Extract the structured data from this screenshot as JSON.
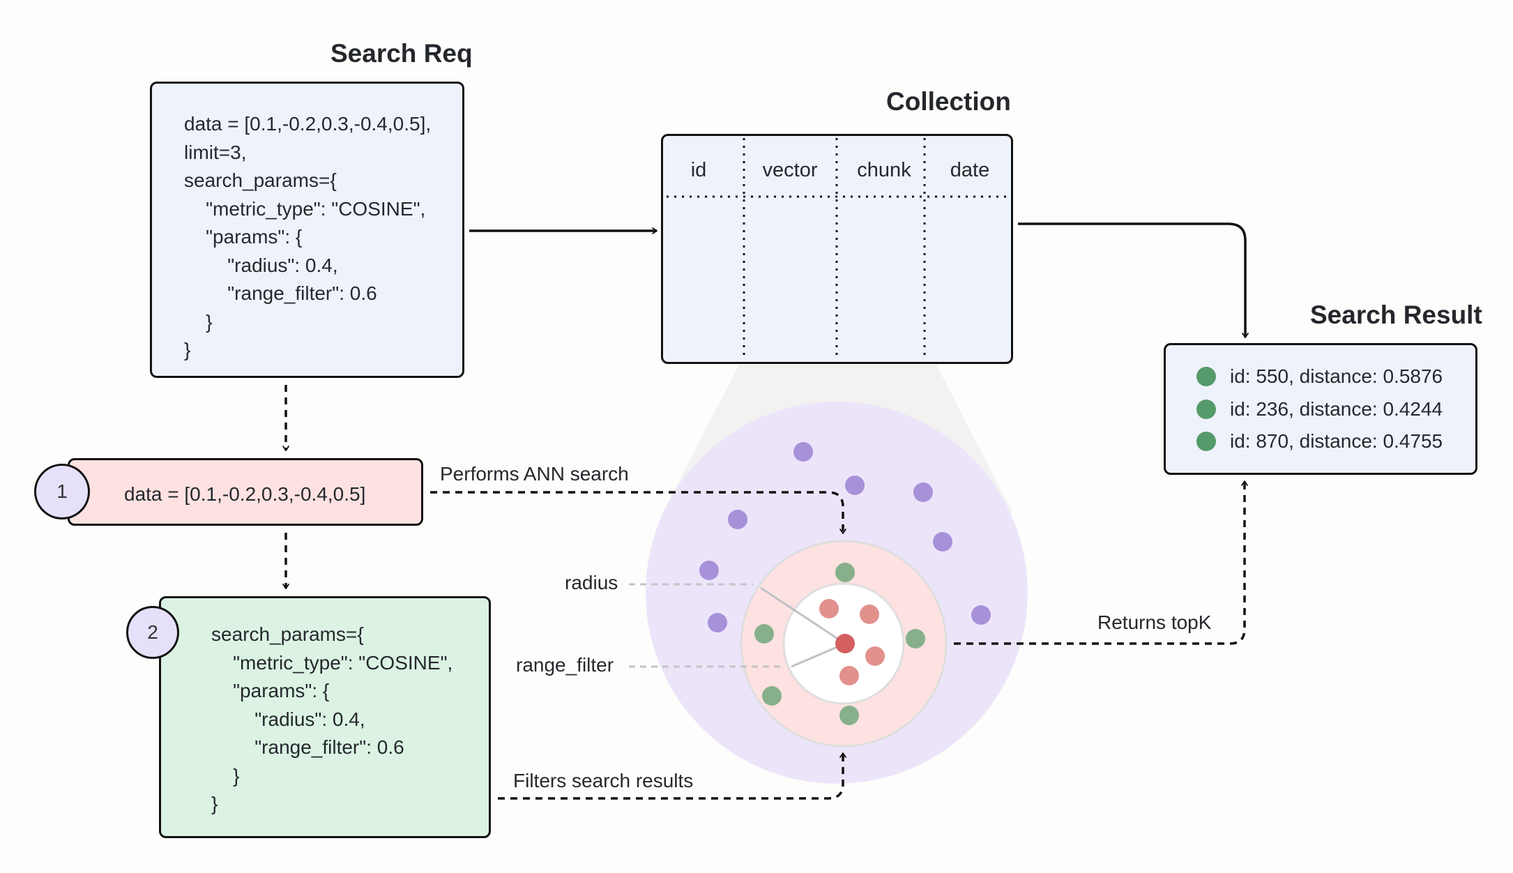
{
  "titles": {
    "search_req": "Search Req",
    "collection": "Collection",
    "search_result": "Search Result"
  },
  "search_req": {
    "lines": [
      "data = [0.1,-0.2,0.3,-0.4,0.5],",
      "limit=3,",
      "search_params={",
      "  \"metric_type\": \"COSINE\",",
      "  \"params\": {",
      "    \"radius\": 0.4,",
      "    \"range_filter\": 0.6",
      "  }",
      "}"
    ]
  },
  "collection": {
    "columns": [
      "id",
      "vector",
      "chunk",
      "date"
    ]
  },
  "search_result": {
    "items": [
      {
        "label": "id: 550, distance: 0.5876",
        "dot_color": "#559a6a"
      },
      {
        "label": "id: 236, distance: 0.4244",
        "dot_color": "#559a6a"
      },
      {
        "label": "id: 870, distance: 0.4755",
        "dot_color": "#559a6a"
      }
    ]
  },
  "steps": [
    {
      "number": "1",
      "text": "data = [0.1,-0.2,0.3,-0.4,0.5]"
    },
    {
      "number": "2",
      "lines": [
        "search_params={",
        "  \"metric_type\": \"COSINE\",",
        "  \"params\": {",
        "    \"radius\": 0.4,",
        "    \"range_filter\": 0.6",
        "  }",
        "}"
      ]
    }
  ],
  "edge_labels": {
    "ann": "Performs ANN search",
    "filters": "Filters search results",
    "returns": "Returns topK",
    "radius": "radius",
    "range_filter": "range_filter"
  },
  "vector_space": {
    "legend": {
      "query_vector": "red-center",
      "in_range_filter_excluded": "light-red",
      "in_result_ring": "green",
      "outside_radius": "purple"
    },
    "colors": {
      "space_bg": "#ece5fa",
      "ring_bg": "#fde2e1",
      "inner_bg": "#ffffff",
      "ring_stroke": "#dddddd",
      "purple_point": "#a791d9",
      "green_point": "#87b08a",
      "excluded_point": "#e2918d",
      "query_point": "#d45f5f",
      "funnel": "#f2f2f1"
    },
    "counts": {
      "purple": 8,
      "green": 5,
      "excluded": 4,
      "query": 1
    }
  }
}
